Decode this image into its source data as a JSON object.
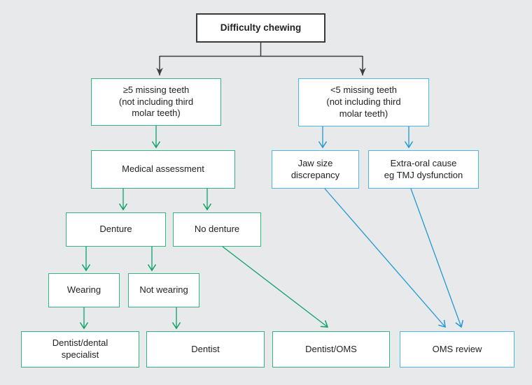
{
  "diagram": {
    "type": "flowchart",
    "nodes": {
      "difficulty_chewing": {
        "label": "Difficulty chewing"
      },
      "ge5_missing_teeth": {
        "label": "≥5 missing teeth\n(not including third\nmolar teeth)"
      },
      "lt5_missing_teeth": {
        "label": "<5 missing teeth\n(not including third\nmolar teeth)"
      },
      "medical_assessment": {
        "label": "Medical assessment"
      },
      "jaw_size_discrepancy": {
        "label": "Jaw size\ndiscrepancy"
      },
      "extra_oral_cause": {
        "label": "Extra-oral cause\neg TMJ dysfunction"
      },
      "denture": {
        "label": "Denture"
      },
      "no_denture": {
        "label": "No denture"
      },
      "wearing": {
        "label": "Wearing"
      },
      "not_wearing": {
        "label": "Not wearing"
      },
      "dentist_dental_specialist": {
        "label": "Dentist/dental\nspecialist"
      },
      "dentist": {
        "label": "Dentist"
      },
      "dentist_oms": {
        "label": "Dentist/OMS"
      },
      "oms_review": {
        "label": "OMS review"
      }
    },
    "edges": [
      "difficulty_chewing -> ge5_missing_teeth (black)",
      "difficulty_chewing -> lt5_missing_teeth (black)",
      "ge5_missing_teeth -> medical_assessment (green)",
      "medical_assessment -> denture (green)",
      "medical_assessment -> no_denture (green)",
      "denture -> wearing (green)",
      "denture -> not_wearing (green)",
      "wearing -> dentist_dental_specialist (green)",
      "not_wearing -> dentist (green)",
      "no_denture -> dentist_oms (green)",
      "lt5_missing_teeth -> jaw_size_discrepancy (blue)",
      "lt5_missing_teeth -> extra_oral_cause (blue)",
      "jaw_size_discrepancy -> oms_review (blue)",
      "extra_oral_cause -> oms_review (blue)"
    ],
    "colors": {
      "background": "#e8e9ea",
      "box_fill": "#ffffff",
      "text": "#232323",
      "black_line": "#3d3d3d",
      "green_border": "#35b581",
      "green_line": "#0ca266",
      "blue_border": "#4cb8e7",
      "blue_line": "#2198d4"
    }
  }
}
